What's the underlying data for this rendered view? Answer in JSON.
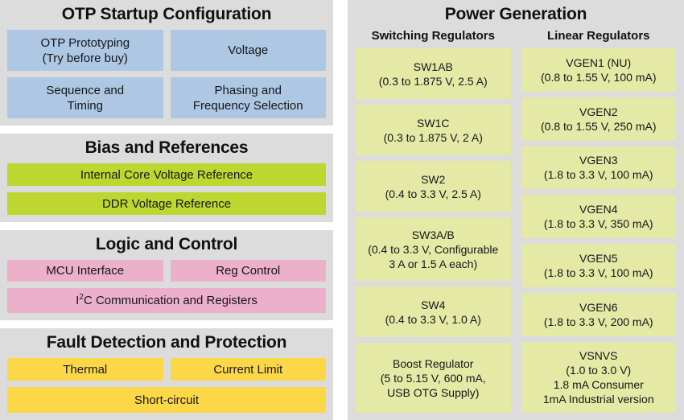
{
  "colors": {
    "panel_bg": "#dcdcdc",
    "blue": "#aec7e3",
    "green": "#bdd730",
    "pink": "#edb0cb",
    "yellow": "#fcd848",
    "light_green": "#e4eaa6",
    "text": "#15161a"
  },
  "left": {
    "otp": {
      "title": "OTP Startup Configuration",
      "items": [
        {
          "name": "OTP Prototyping",
          "detail": "(Try before buy)"
        },
        {
          "name": "Voltage",
          "detail": ""
        },
        {
          "name": "Sequence and",
          "detail": "Timing"
        },
        {
          "name": "Phasing and",
          "detail": "Frequency Selection"
        }
      ]
    },
    "bias": {
      "title": "Bias and References",
      "items": [
        {
          "name": "Internal Core Voltage Reference"
        },
        {
          "name": "DDR Voltage Reference"
        }
      ]
    },
    "logic": {
      "title": "Logic and Control",
      "items": [
        {
          "name": "MCU Interface"
        },
        {
          "name": "Reg Control"
        },
        {
          "name": "I2C Communication and Registers",
          "prefix": "I",
          "sup": "2",
          "suffix": "C Communication and Registers"
        }
      ]
    },
    "fault": {
      "title": "Fault Detection and Protection",
      "items": [
        {
          "name": "Thermal"
        },
        {
          "name": "Current Limit"
        },
        {
          "name": "Short-circuit"
        }
      ]
    }
  },
  "right": {
    "title": "Power Generation",
    "switching_header": "Switching Regulators",
    "linear_header": "Linear Regulators",
    "switching": [
      {
        "name": "SW1AB",
        "l1": "(0.3 to 1.875 V, 2.5 A)",
        "l2": "",
        "l3": ""
      },
      {
        "name": "SW1C",
        "l1": "(0.3 to 1.875 V, 2 A)",
        "l2": "",
        "l3": ""
      },
      {
        "name": "SW2",
        "l1": "(0.4 to 3.3 V, 2.5 A)",
        "l2": "",
        "l3": ""
      },
      {
        "name": "SW3A/B",
        "l1": "(0.4 to 3.3 V, Configurable",
        "l2": "3 A or 1.5 A each)",
        "l3": ""
      },
      {
        "name": "SW4",
        "l1": "(0.4 to 3.3 V, 1.0 A)",
        "l2": "",
        "l3": ""
      },
      {
        "name": "Boost Regulator",
        "l1": "(5 to 5.15 V, 600 mA,",
        "l2": "USB OTG Supply)",
        "l3": ""
      }
    ],
    "linear": [
      {
        "name": "VGEN1 (NU)",
        "l1": "(0.8 to 1.55 V, 100 mA)",
        "l2": "",
        "l3": ""
      },
      {
        "name": "VGEN2",
        "l1": "(0.8 to 1.55 V, 250 mA)",
        "l2": "",
        "l3": ""
      },
      {
        "name": "VGEN3",
        "l1": "(1.8 to 3.3 V, 100 mA)",
        "l2": "",
        "l3": ""
      },
      {
        "name": "VGEN4",
        "l1": "(1.8 to 3.3 V, 350 mA)",
        "l2": "",
        "l3": ""
      },
      {
        "name": "VGEN5",
        "l1": "(1.8 to 3.3 V, 100 mA)",
        "l2": "",
        "l3": ""
      },
      {
        "name": "VGEN6",
        "l1": "(1.8 to 3.3 V, 200 mA)",
        "l2": "",
        "l3": ""
      },
      {
        "name": "VSNVS",
        "l1": "(1.0 to 3.0 V)",
        "l2": "1.8 mA Consumer",
        "l3": "1mA Industrial version"
      }
    ]
  }
}
